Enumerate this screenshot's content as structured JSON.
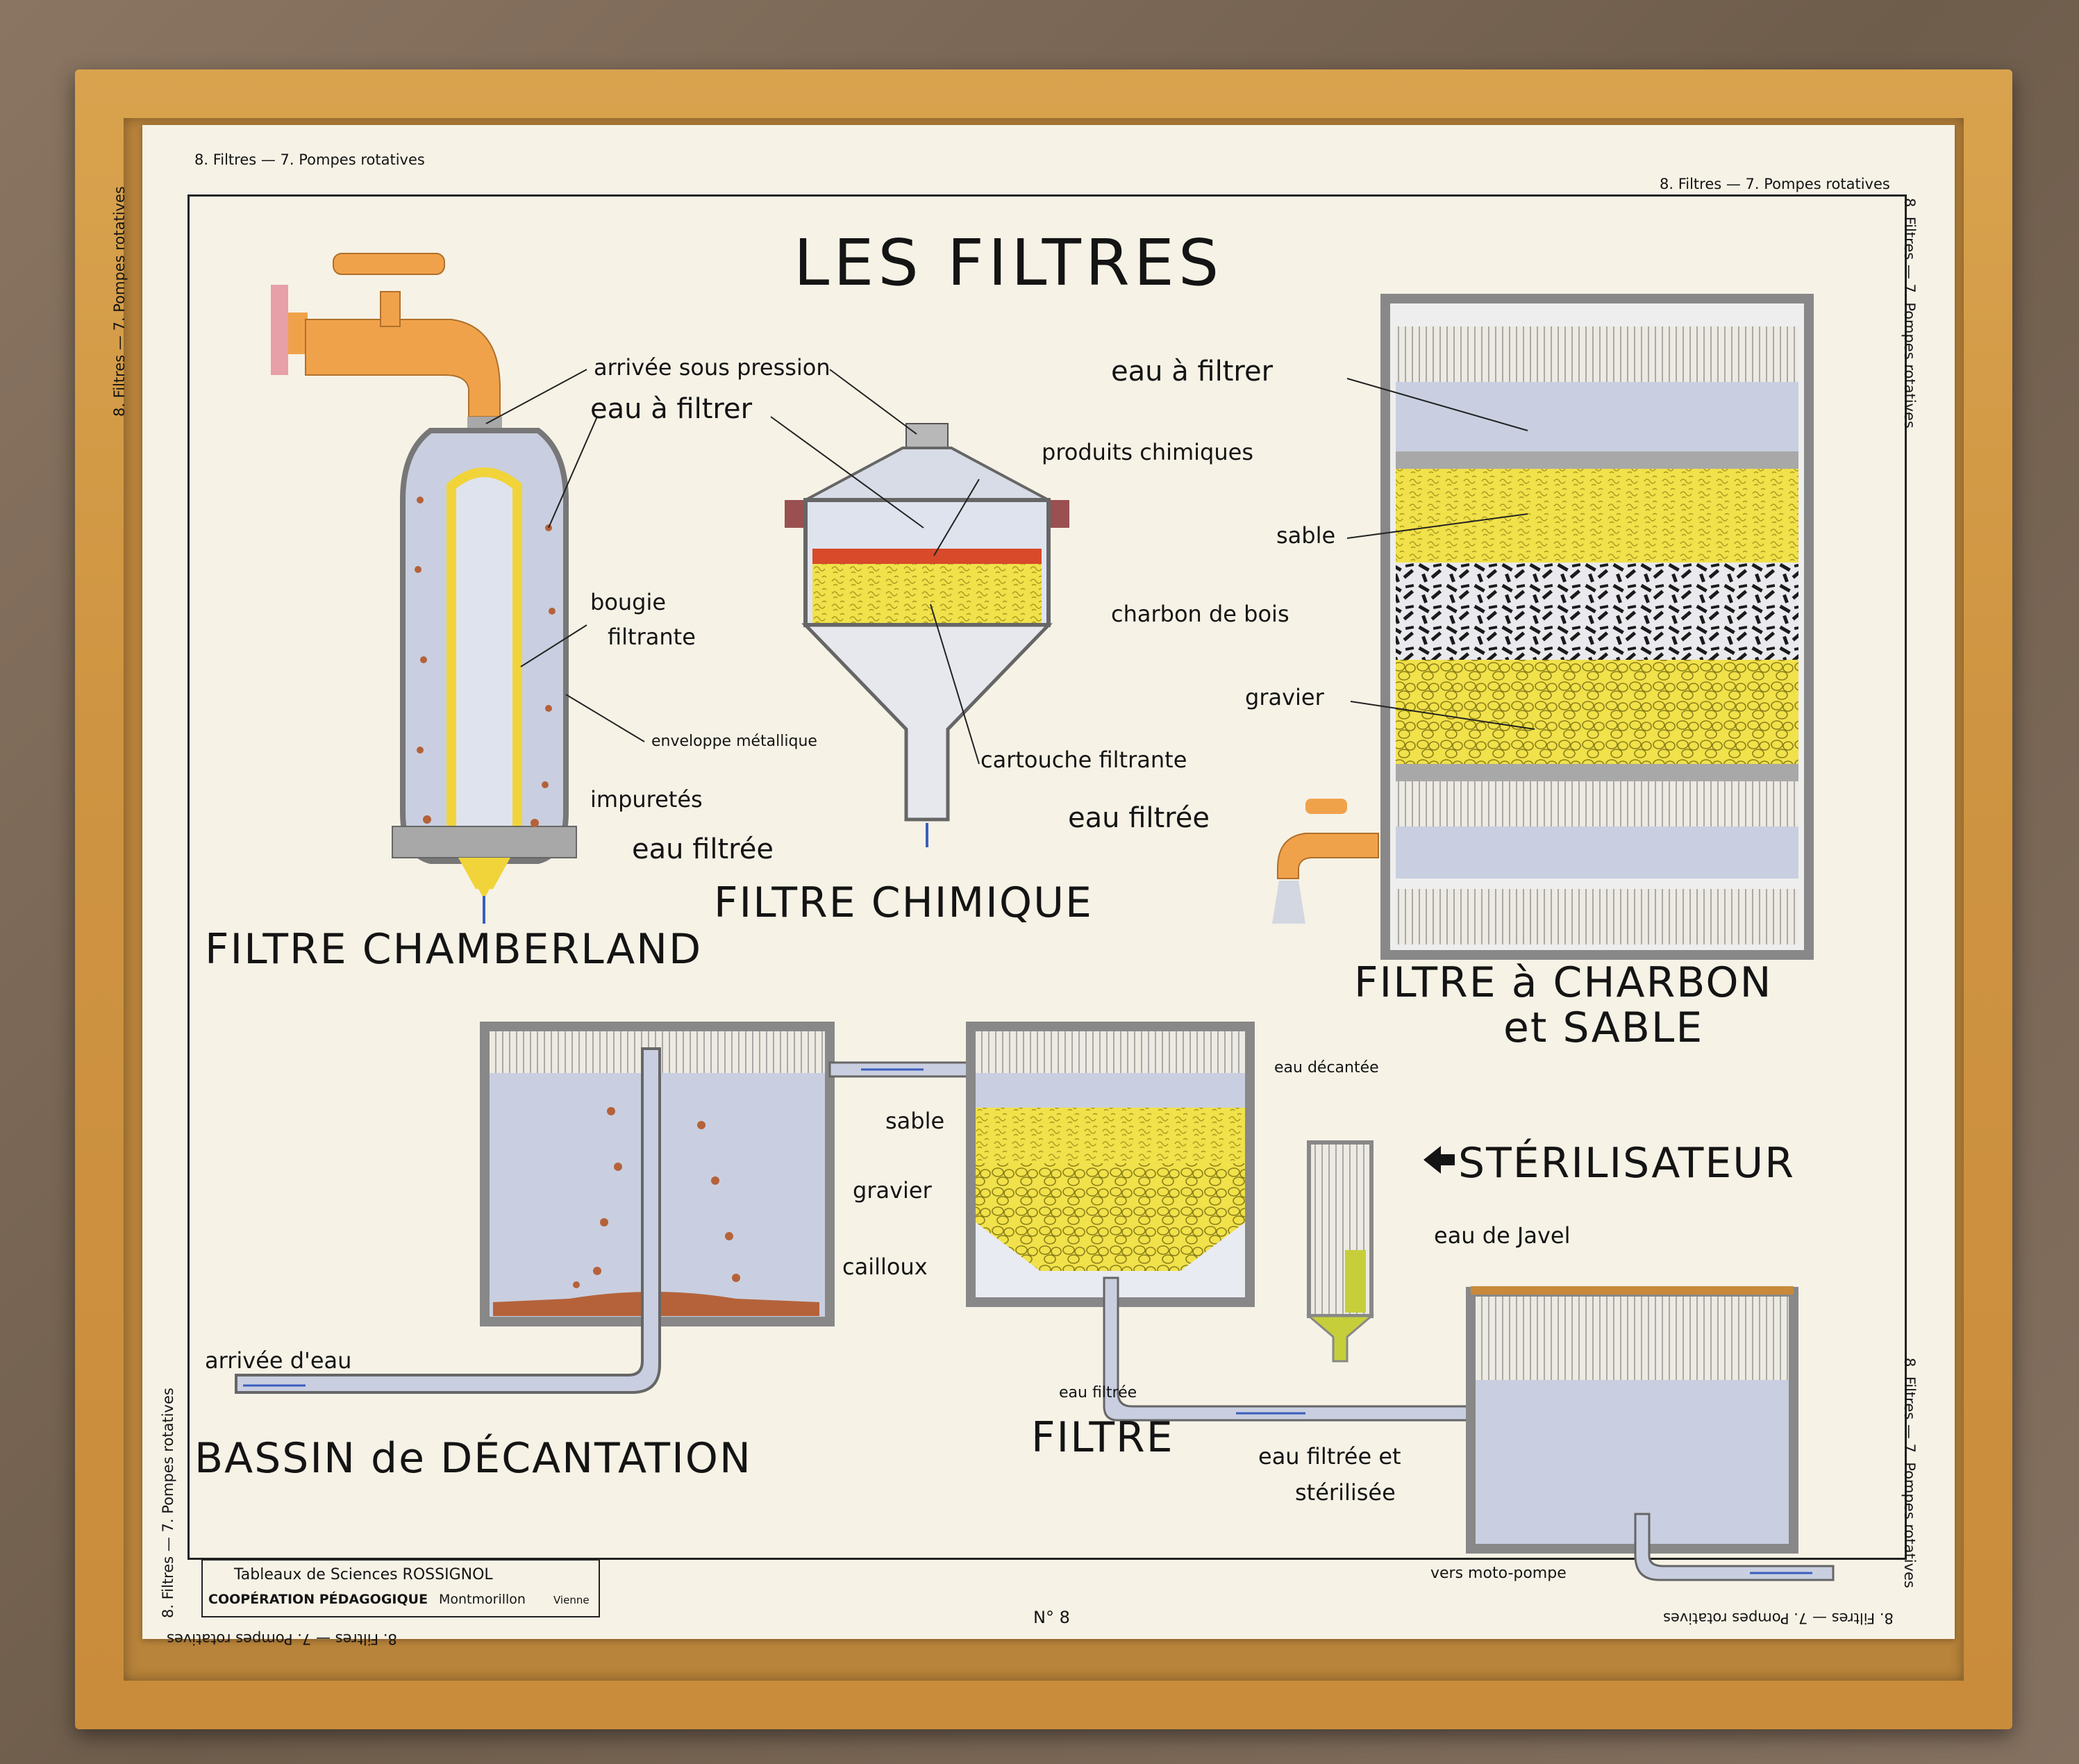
{
  "header": {
    "left": "8. Filtres — 7. Pompes rotatives",
    "right": "8. Filtres — 7. Pompes rotatives",
    "left_side": "8. Filtres — 7. Pompes rotatives",
    "right_side": "8. Filtres — 7. Pompes rotatives",
    "left_side_low": "8. Filtres — 7. Pompes rotatives",
    "right_side_low": "8. Filtres — 7. Pompes rotatives",
    "bottom_inverted_left": "8. Filtres — 7. Pompes rotatives",
    "bottom_inverted_right": "8. Filtres — 7. Pompes rotatives"
  },
  "title": "LES FILTRES",
  "chamberland": {
    "name": "FILTRE CHAMBERLAND",
    "labels": [
      "arrivée sous pression",
      "eau à filtrer",
      "bougie",
      "filtrante",
      "enveloppe métallique",
      "impuretés",
      "eau filtrée"
    ]
  },
  "chimique": {
    "name": "FILTRE CHIMIQUE",
    "labels": [
      "produits chimiques",
      "cartouche filtrante"
    ]
  },
  "charbon": {
    "name_1": "FILTRE à CHARBON",
    "name_2": "et SABLE",
    "labels": [
      "eau à filtrer",
      "sable",
      "charbon de bois",
      "gravier",
      "eau filtrée"
    ]
  },
  "bassin": {
    "name": "BASSIN de DÉCANTATION",
    "labels": [
      "arrivée d'eau"
    ]
  },
  "filtre": {
    "name": "FILTRE",
    "labels": [
      "eau décantée",
      "sable",
      "gravier",
      "cailloux",
      "eau filtrée"
    ]
  },
  "sterilisateur": {
    "name": "STÉRILISATEUR",
    "labels": [
      "eau de Javel",
      "eau filtrée et",
      "stérilisée",
      "vers moto-pompe"
    ]
  },
  "credit": {
    "line1": "Tableaux de Sciences ROSSIGNOL",
    "line2": "COOPÉRATION PÉDAGOGIQUE",
    "line2b": "Montmorillon",
    "line2c": "Vienne"
  },
  "number": "N° 8",
  "colors": {
    "frame_wood": "#cf9441",
    "paper": "#f6f2e6",
    "sand": "#f1e14a",
    "tap_orange": "#f0a24b",
    "water": "#c9cfe0",
    "metal": "#9a9a9a",
    "impurity": "#b5623a"
  }
}
